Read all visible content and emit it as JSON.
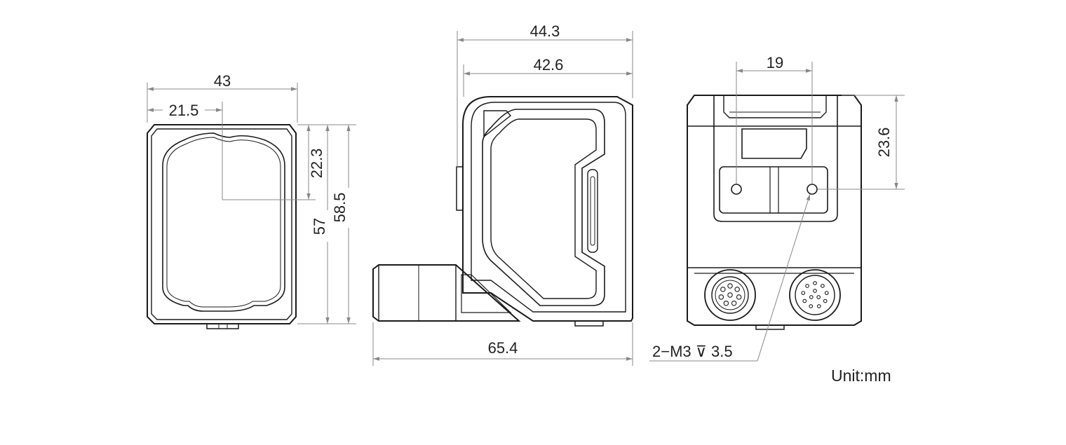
{
  "diagram": {
    "front_view": {
      "width_label": "43",
      "half_width_label": "21.5",
      "center_height_label": "22.3",
      "inner_height_label": "57",
      "total_height_label": "58.5"
    },
    "side_view": {
      "depth_label": "44.3",
      "body_depth_label": "42.6",
      "total_length_label": "65.4"
    },
    "rear_view": {
      "hole_spacing_label": "19",
      "hole_height_label": "23.6",
      "thread_callout": "2−M3 ⊽ 3.5"
    },
    "unit_label": "Unit:mm",
    "colors": {
      "line": "#1a1a1a",
      "dimension": "#888888",
      "text": "#222222"
    }
  }
}
